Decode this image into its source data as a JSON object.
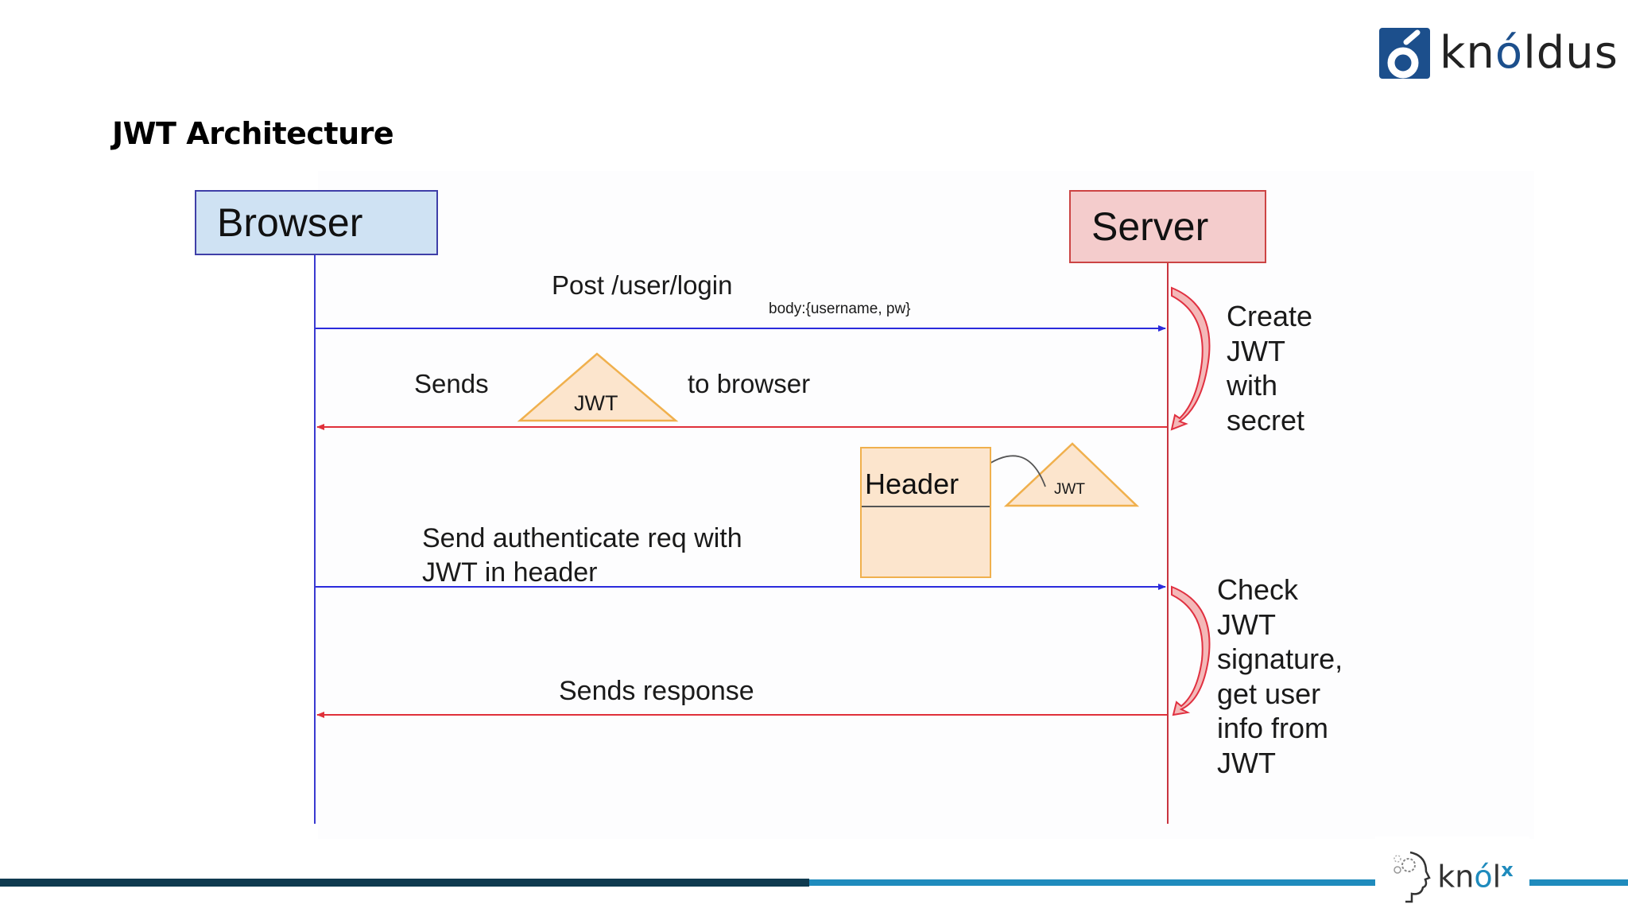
{
  "slide": {
    "title": "JWT Architecture"
  },
  "branding": {
    "logo_text_pre": "kn",
    "logo_text_accent": "ó",
    "logo_text_post": "ldus",
    "footer_logo_pre": "kn",
    "footer_logo_accent": "ó",
    "footer_logo_post": "l",
    "footer_logo_sup": "x",
    "brand_color": "#1c4f8c",
    "footer_dark_color": "#0f3a4f",
    "footer_light_color": "#1f8bbd"
  },
  "diagram": {
    "actors": {
      "browser": "Browser",
      "server": "Server"
    },
    "messages": [
      {
        "from": "browser",
        "to": "server",
        "label": "Post /user/login",
        "sublabel": "body:{username, pw}",
        "color": "#2b2bdc"
      },
      {
        "from": "server",
        "to": "browser",
        "label_before": "Sends",
        "token": "JWT",
        "label_after": "to browser",
        "color": "#e0303a"
      },
      {
        "from": "browser",
        "to": "server",
        "label_line1": "Send authenticate req with",
        "label_line2": "JWT in header",
        "color": "#2b2bdc"
      },
      {
        "from": "server",
        "to": "browser",
        "label": "Sends response",
        "color": "#e0303a"
      }
    ],
    "server_notes": {
      "create": "Create\nJWT\nwith\nsecret",
      "check": "Check\nJWT\nsignature,\nget user\ninfo from\nJWT"
    },
    "header_box": {
      "label": "Header",
      "token": "JWT"
    }
  }
}
